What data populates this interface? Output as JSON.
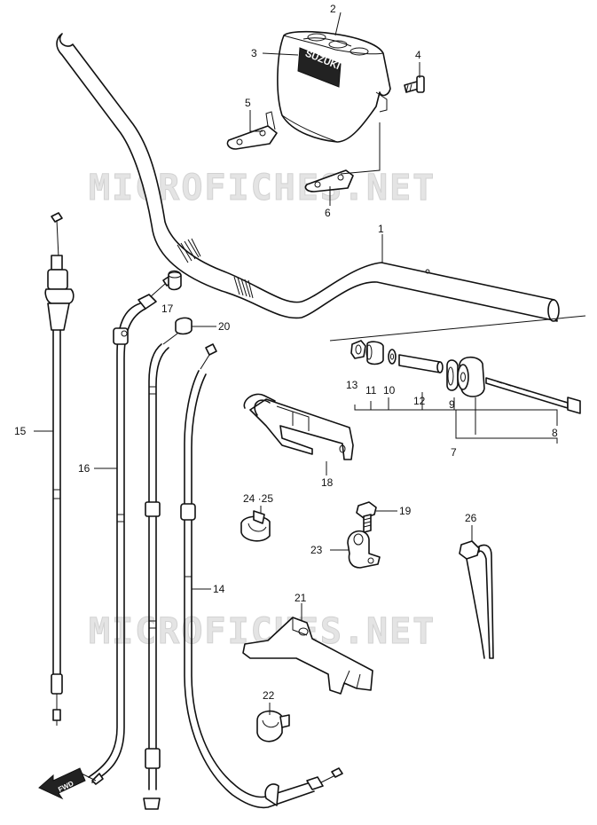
{
  "watermark": {
    "top": "MICROFICHES.NET",
    "bottom": "MICROFICHES.NET"
  },
  "cover_brand": "SUZUKI",
  "direction_arrow": "FWD",
  "callouts": {
    "p1": "1",
    "p2": "2",
    "p3": "3",
    "p4": "4",
    "p5": "5",
    "p6": "6",
    "p7": "7",
    "p8": "8",
    "p9": "9",
    "p10": "10",
    "p11": "11",
    "p12": "12",
    "p13": "13",
    "p14": "14",
    "p15": "15",
    "p16": "16",
    "p17": "17",
    "p18": "18",
    "p19": "19",
    "p20": "20",
    "p21": "21",
    "p22": "22",
    "p23": "23",
    "p24_25": "24 ·25",
    "p26": "26"
  }
}
